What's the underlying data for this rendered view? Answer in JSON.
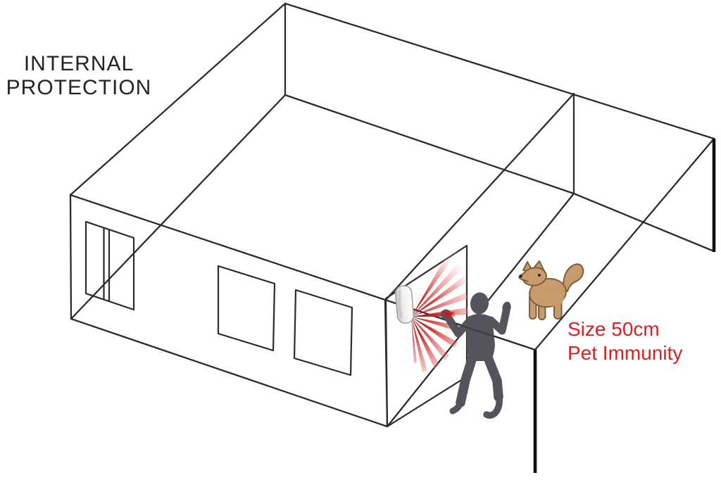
{
  "title": {
    "line1": "INTERNAL",
    "line2": "PROTECTION",
    "color": "#242424"
  },
  "annotation": {
    "line1": "Size 50cm",
    "line2": "Pet Immunity",
    "color": "#d92121"
  },
  "scene": {
    "diagram_type": "alarm-system-pet-immunity-illustration",
    "elements": {
      "room": "wireframe-isometric-room",
      "sensor": "pir-motion-detector",
      "beams": "infrared-detection-beams",
      "intruder": "burglar-silhouette",
      "pet": "dog-below-detection-zone"
    }
  },
  "colors": {
    "line": "#2c2c2c",
    "post": "#0f0f0f",
    "beam_red": "#c22020",
    "intruder_gray": "#56535c",
    "dog_tan": "#c79b6c",
    "dog_outline": "#7d5f3c",
    "sensor_body": "#f2f2f2"
  }
}
